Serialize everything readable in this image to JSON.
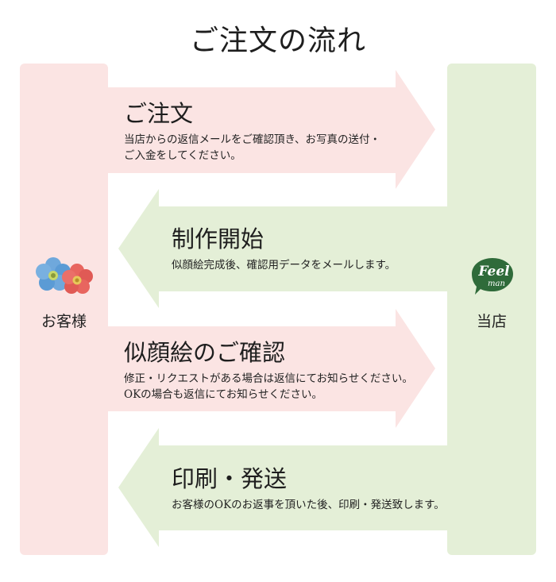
{
  "title": "ご注文の流れ",
  "customer": {
    "label": "お客様",
    "icon": "flower-icon"
  },
  "shop": {
    "label": "当店",
    "logo_text_1": "Feel",
    "logo_text_2": "man"
  },
  "steps": [
    {
      "title": "ご注文",
      "desc_lines": [
        "当店からの返信メールをご確認頂き、お写真の送付・",
        "ご入金をしてください。"
      ],
      "direction": "to-shop"
    },
    {
      "title": "制作開始",
      "desc_lines": [
        "似顔絵完成後、確認用データをメールします。"
      ],
      "direction": "to-customer"
    },
    {
      "title": "似顔絵のご確認",
      "desc_lines": [
        "修正・リクエストがある場合は返信にてお知らせください。",
        "OKの場合も返信にてお知らせください。"
      ],
      "direction": "to-shop"
    },
    {
      "title": "印刷・発送",
      "desc_lines": [
        "お客様のOKのお返事を頂いた後、印刷・発送致します。"
      ],
      "direction": "to-customer"
    }
  ],
  "colors": {
    "pink": "#fbe4e3",
    "green": "#e4efd7",
    "logo_green": "#2f6b3a"
  }
}
